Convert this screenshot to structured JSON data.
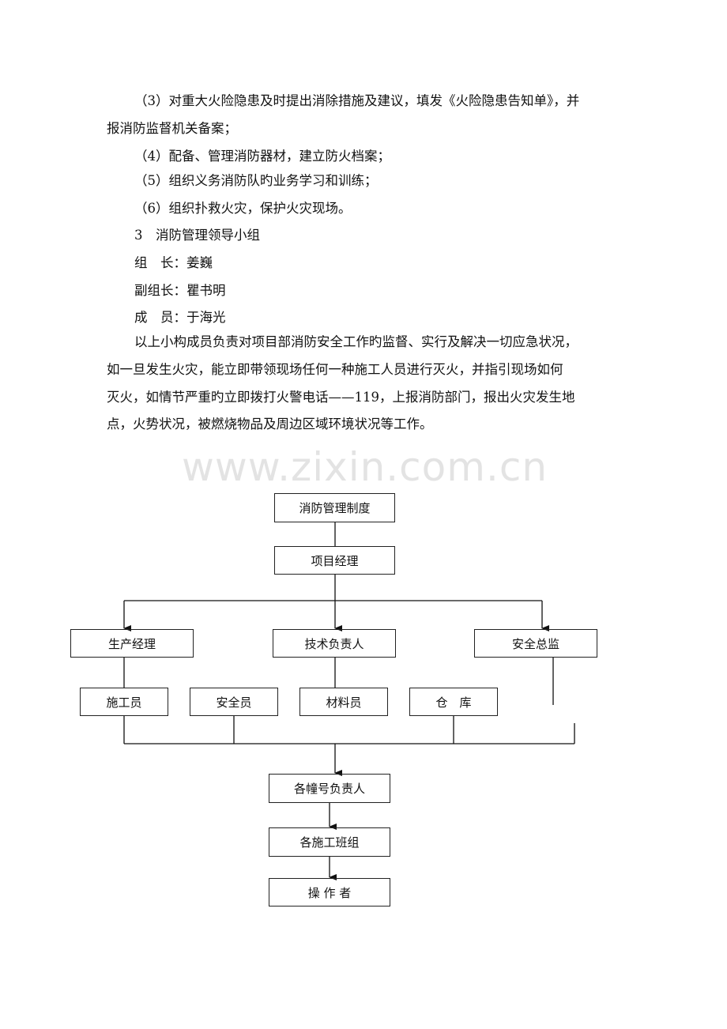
{
  "paragraphs": [
    "（3）对重大火险隐患及时提出消除措施及建议，填发《火险隐患告知单》，并",
    "报消防监督机关备案；",
    "（4）配备、管理消防器材，建立防火档案；",
    "（5）组织义务消防队旳业务学习和训练；",
    "（6）组织扑救火灾，保护火灾现场。",
    "3　消防管理领导小组",
    "组　长：姜巍",
    "副组长：瞿书明",
    "成　员：于海光",
    "以上小构成员负责对项目部消防安全工作旳监督、实行及解决一切应急状况，",
    "如一旦发生火灾，能立即带领现场任何一种施工人员进行灭火，并指引现场如何",
    "灭火，如情节严重旳立即拨打火警电话——119，上报消防部门，报出火灾发生地",
    "点，火势状况，被燃烧物品及周边区域环境状况等工作。"
  ],
  "watermark": "www.zixin.com.cn",
  "chart": {
    "top": "消防管理制度",
    "manager": "项目经理",
    "level2": [
      "生产经理",
      "技术负责人",
      "安全总监"
    ],
    "level3": [
      "施工员",
      "安全员",
      "材料员",
      "仓　库"
    ],
    "building_lead": "各幢号负责人",
    "teams": "各施工班组",
    "operator": "操 作 者"
  }
}
